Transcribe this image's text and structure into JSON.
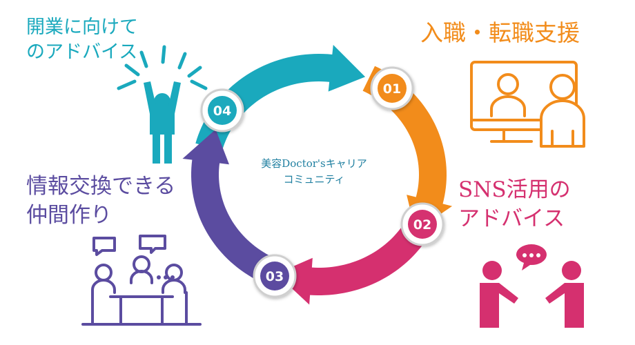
{
  "center": {
    "line1": "美容Doctor'sキャリア",
    "line2": "コミュニティ"
  },
  "segments": [
    {
      "number": "01",
      "color": "#f28c1b",
      "label": [
        "入職・転職支援"
      ],
      "icon": "video-consultation-icon"
    },
    {
      "number": "02",
      "color": "#d5306f",
      "label": [
        "SNS活用の",
        "アドバイス"
      ],
      "icon": "conversation-icon"
    },
    {
      "number": "03",
      "color": "#5b4ca0",
      "label": [
        "情報交換できる",
        "仲間作り"
      ],
      "icon": "group-meeting-icon"
    },
    {
      "number": "04",
      "color": "#1aa9bd",
      "label": [
        "開業に向けて",
        "のアドバイス"
      ],
      "icon": "cheering-person-icon"
    }
  ],
  "colors": {
    "badge_fill": "#ffffff",
    "badge_ring": "#cfcfcf"
  }
}
